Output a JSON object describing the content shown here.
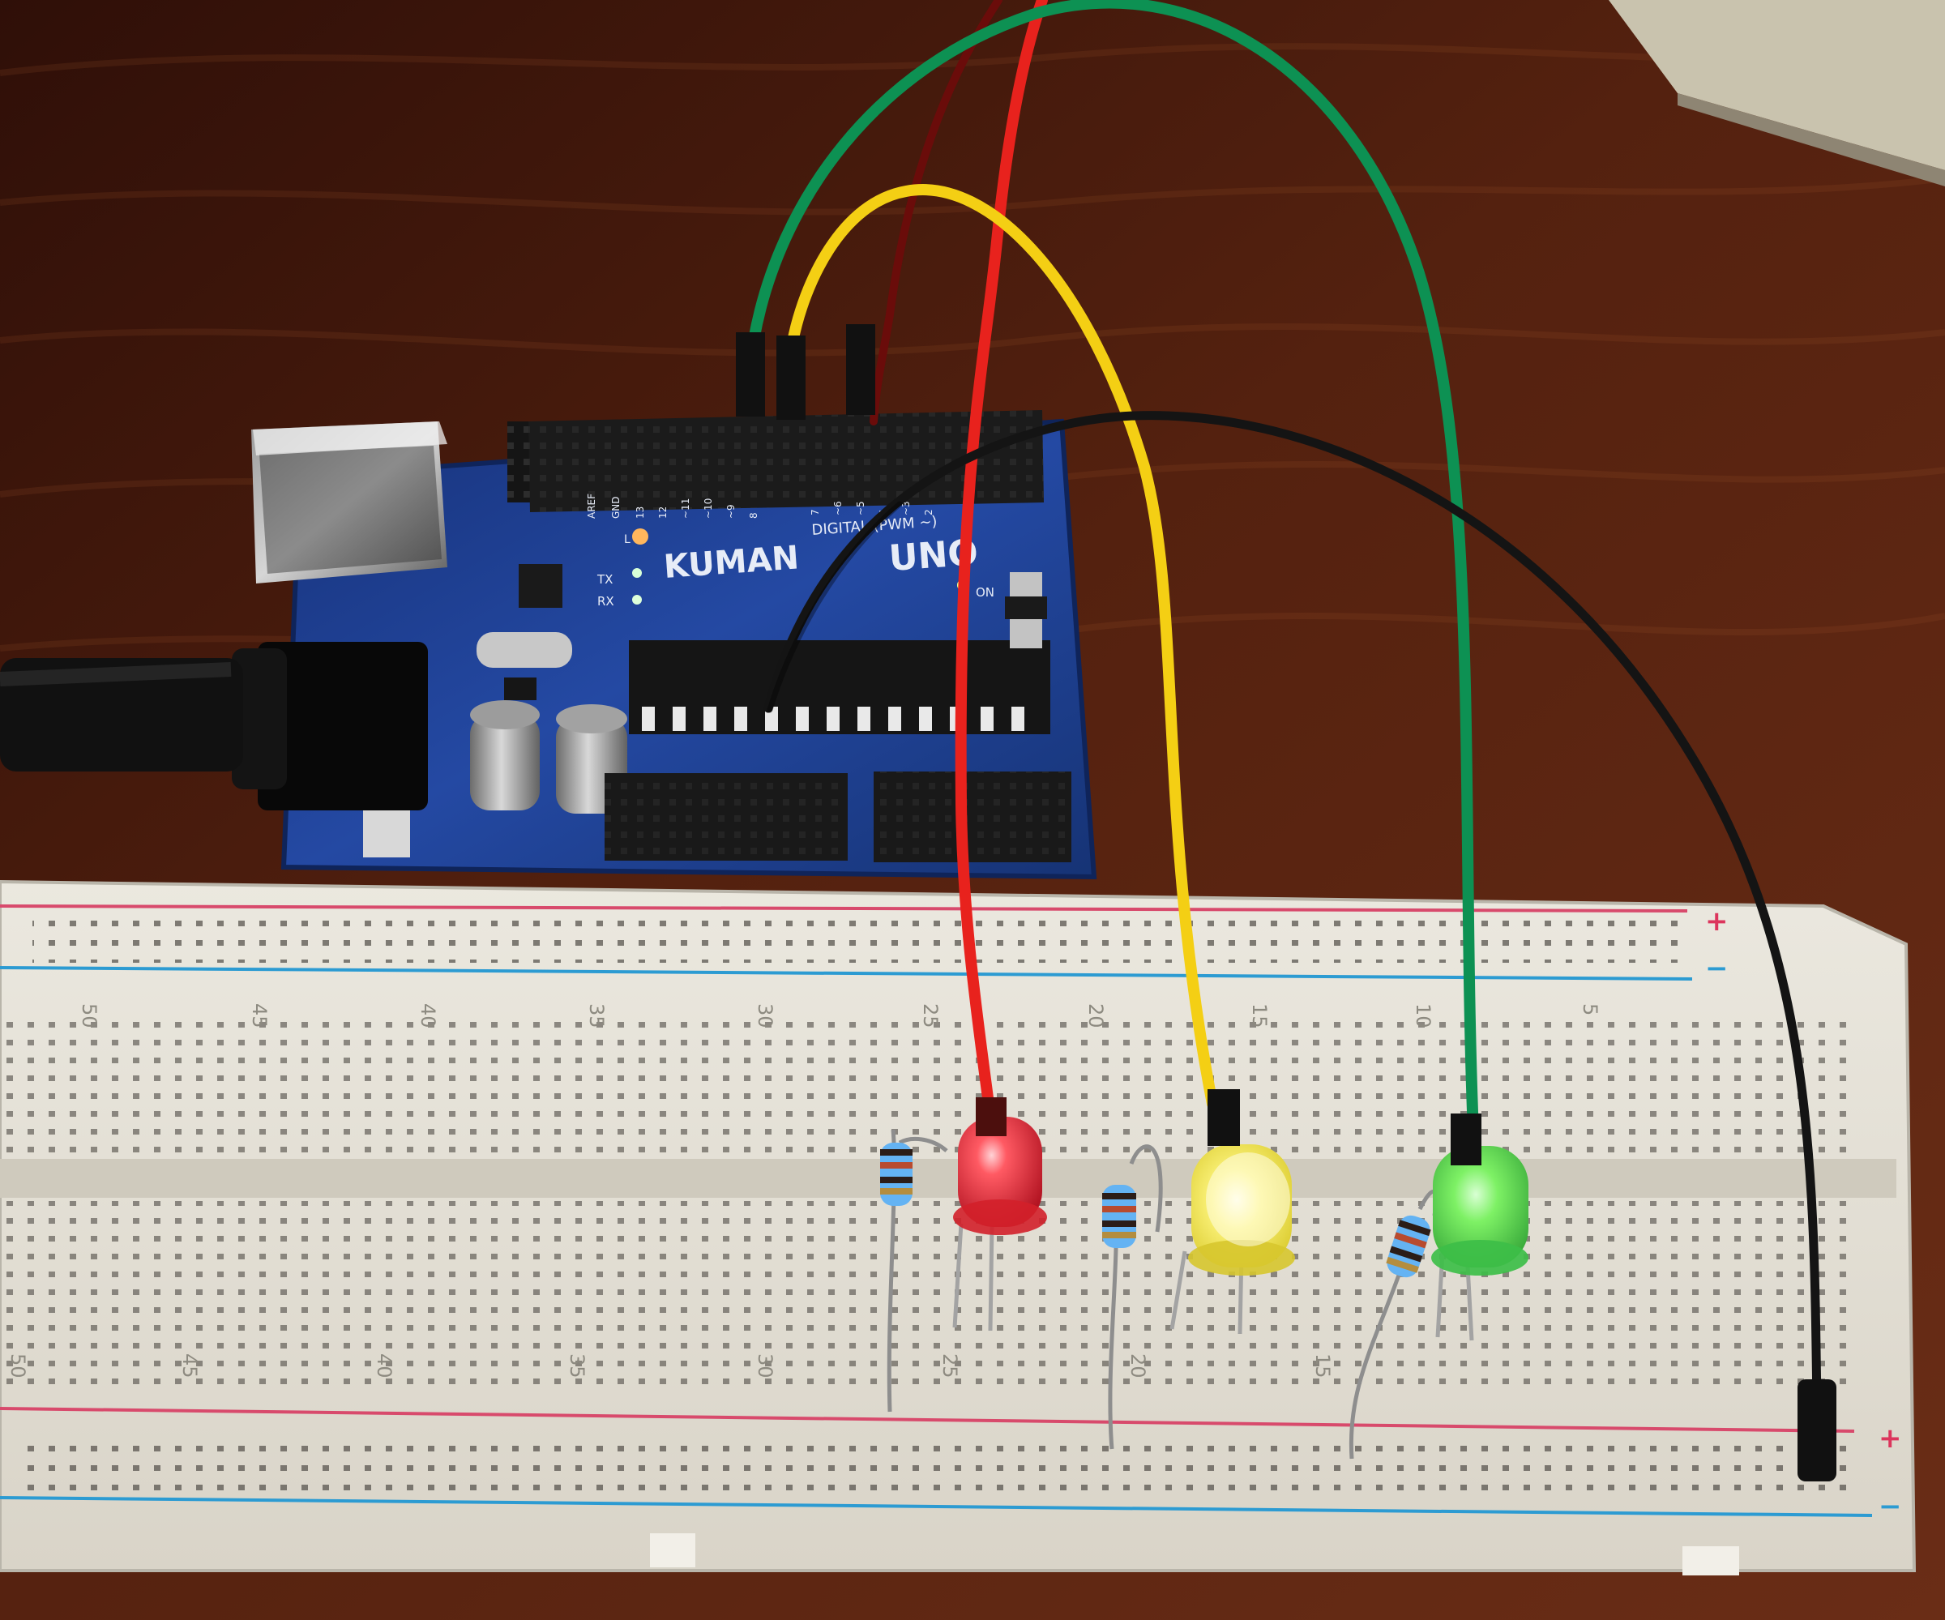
{
  "board": {
    "brand": "KUMAN",
    "model": "UNO",
    "labels": {
      "tx": "TX",
      "rx": "RX",
      "on": "ON",
      "l": "L",
      "digital": "DIGITAL (PWM ~)",
      "aref": "AREF",
      "gnd": "GND",
      "p13": "13",
      "p12": "12",
      "p11": "~11",
      "p10": "~10",
      "p9": "~9",
      "p8": "8",
      "p7": "7",
      "p6": "~6",
      "p5": "~5",
      "p4": "4",
      "p3": "~3",
      "p2": "2"
    }
  },
  "breadboard": {
    "top_numbers": [
      "50",
      "45",
      "40",
      "35",
      "30",
      "25",
      "20",
      "15",
      "10",
      "5"
    ],
    "bottom_numbers": [
      "50",
      "45",
      "40",
      "35",
      "30",
      "25",
      "20",
      "15"
    ],
    "plus": "+",
    "minus": "−"
  },
  "leds": [
    {
      "color": "red",
      "fill": "#ea2a38"
    },
    {
      "color": "yellow",
      "fill": "#f0ea48"
    },
    {
      "color": "green",
      "fill": "#4fd64a"
    }
  ],
  "wires": {
    "red": "#e8221d",
    "yellow": "#f4cf14",
    "green": "#0d9153",
    "black": "#141414",
    "dark_red": "#6a0c0a"
  }
}
